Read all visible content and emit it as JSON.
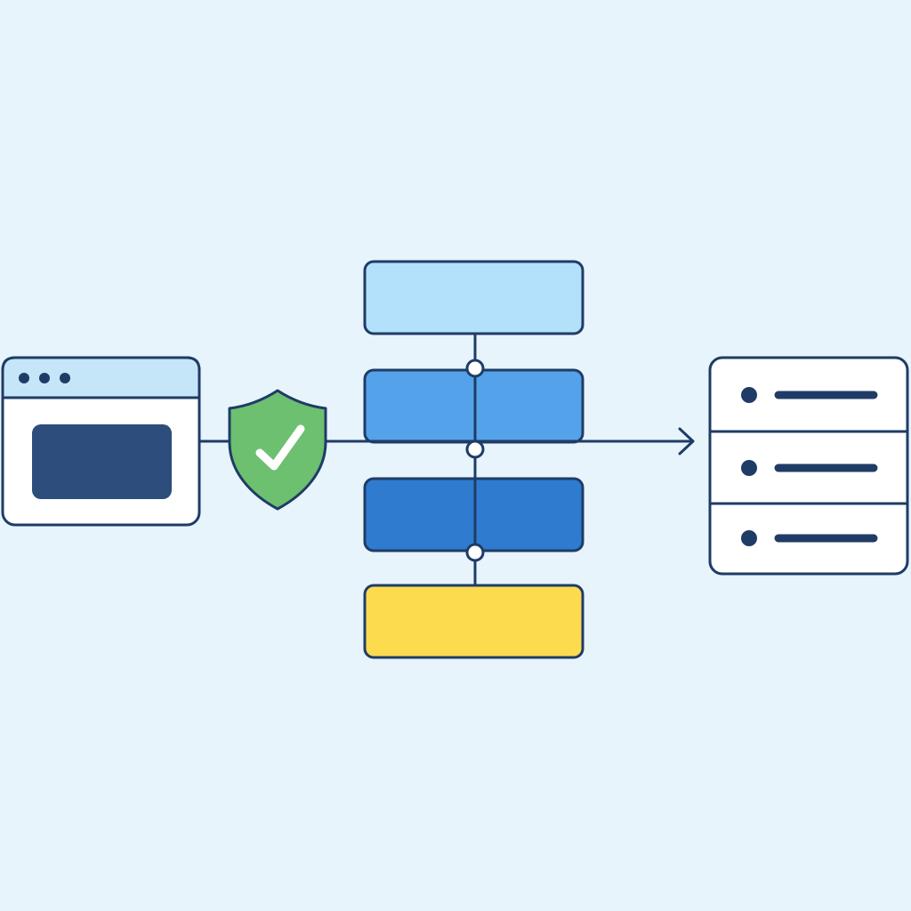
{
  "diagram": {
    "background_color": "#e7f4fc",
    "outline_color": "#1f3c66",
    "client": {
      "icon": "browser-window-icon",
      "titlebar_color": "#c4e6f8",
      "body_color": "#ffffff",
      "content_color": "#2d4e7c",
      "dot_count": 3
    },
    "security": {
      "icon": "shield-check-icon",
      "shield_color": "#6cc070",
      "check_color": "#ffffff"
    },
    "stack": {
      "layers": [
        {
          "name": "layer-1",
          "color": "#b3e0fb"
        },
        {
          "name": "layer-2",
          "color": "#54a2ea"
        },
        {
          "name": "layer-3",
          "color": "#2f7bd0"
        },
        {
          "name": "layer-4",
          "color": "#fddb4f"
        }
      ],
      "node_color": "#ffffff"
    },
    "flow": {
      "arrow_icon": "arrow-right-icon"
    },
    "server": {
      "icon": "server-rack-icon",
      "unit_count": 3,
      "unit_color": "#ffffff"
    }
  }
}
